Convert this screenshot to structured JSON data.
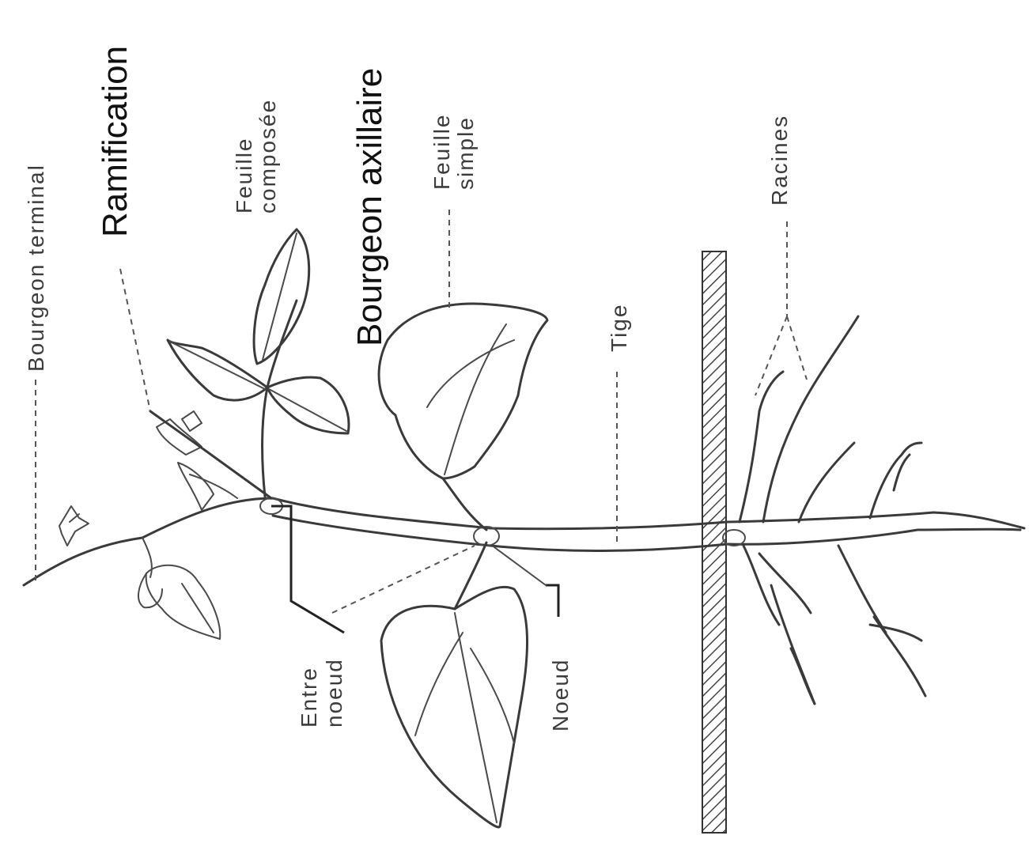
{
  "labels": {
    "bourgeon_terminal": "Bourgeon terminal",
    "ramification": "Ramification",
    "feuille_composee_1": "Feuille",
    "feuille_composee_2": "composée",
    "bourgeon_axillaire": "Bourgeon axillaire",
    "feuille_simple_1": "Feuille",
    "feuille_simple_2": "simple",
    "tige": "Tige",
    "racines": "Racines",
    "entre_noeud_1": "Entre",
    "entre_noeud_2": "noeud",
    "noeud": "Noeud"
  }
}
